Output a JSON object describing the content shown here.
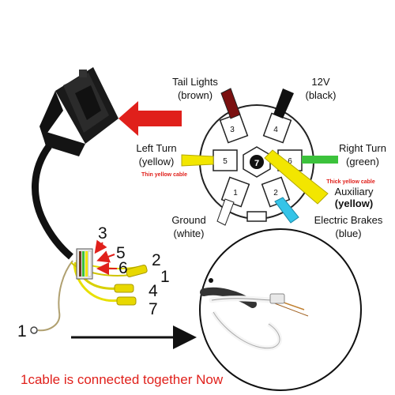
{
  "connector_labels": {
    "tail_lights": "Tail Lights",
    "tail_lights_color": "(brown)",
    "v12": "12V",
    "v12_color": "(black)",
    "left_turn": "Left Turn",
    "left_turn_color": "(yellow)",
    "thin_yellow": "Thin  yellow cable",
    "right_turn": "Right Turn",
    "right_turn_color": "(green)",
    "thick_yellow": "Thick  yellow cable",
    "auxiliary": "Auxiliary",
    "auxiliary_color": "(yellow)",
    "ground": "Ground",
    "ground_color": "(white)",
    "electric_brakes": "Electric Brakes",
    "electric_brakes_color": "(blue)"
  },
  "pins": [
    "1",
    "2",
    "3",
    "4",
    "5",
    "6",
    "7"
  ],
  "wire_numbers": {
    "n3": "3",
    "n5": "5",
    "n6": "6",
    "n2": "2",
    "n1": "1",
    "n4": "4",
    "n7": "7",
    "n1_bottom": "1"
  },
  "caption": "1cable is connected together Now",
  "colors": {
    "brown": "#7a1010",
    "black": "#111111",
    "yellow": "#f2e600",
    "green": "#3cc23c",
    "blue": "#35c4e8",
    "white": "#ffffff",
    "red_arrow": "#e0201b"
  }
}
